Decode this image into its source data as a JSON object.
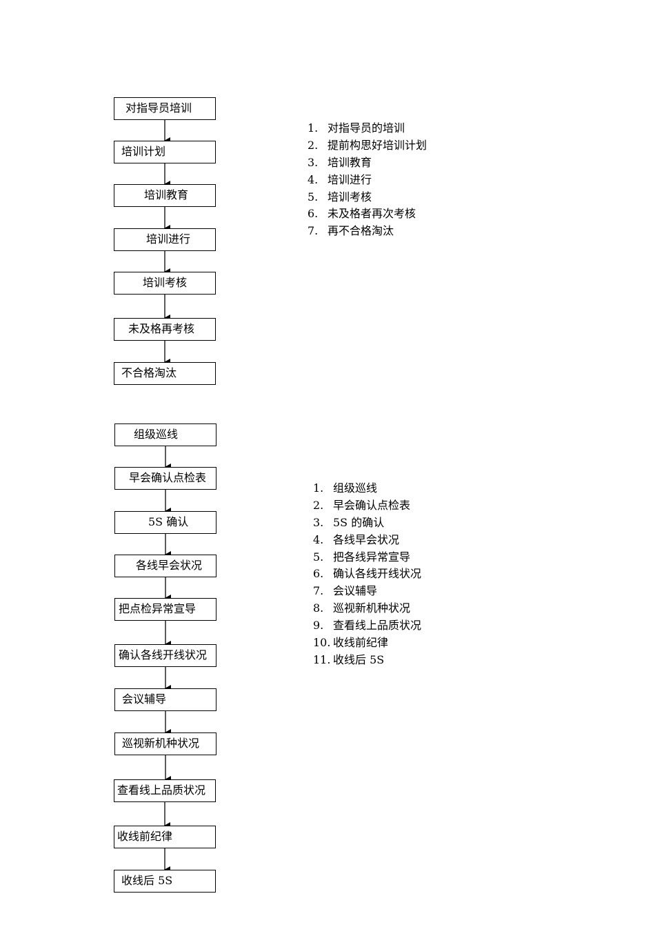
{
  "flow_training": {
    "steps": [
      "对指导员培训",
      "培训计划",
      "培训教育",
      "培训进行",
      "培训考核",
      "未及格再考核",
      "不合格淘汰"
    ]
  },
  "list_training": {
    "items": [
      {
        "num": "1.",
        "text": "对指导员的培训"
      },
      {
        "num": "2.",
        "text": "提前构思好培训计划"
      },
      {
        "num": "3.",
        "text": "培训教育"
      },
      {
        "num": "4.",
        "text": "培训进行"
      },
      {
        "num": "5.",
        "text": "培训考核"
      },
      {
        "num": "6.",
        "text": "未及格者再次考核"
      },
      {
        "num": "7.",
        "text": "再不合格淘汰"
      }
    ]
  },
  "flow_patrol": {
    "steps": [
      "组级巡线",
      "早会确认点检表",
      "5S 确认",
      "各线早会状况",
      "把点检异常宣导",
      "确认各线开线状况",
      "会议辅导",
      "巡视新机种状况",
      "查看线上品质状况",
      "收线前纪律",
      "收线后 5S"
    ]
  },
  "list_patrol": {
    "items": [
      {
        "num": "1.",
        "text": "组级巡线"
      },
      {
        "num": "2.",
        "text": "早会确认点检表"
      },
      {
        "num": "3.",
        "text": "5S 的确认"
      },
      {
        "num": "4.",
        "text": "各线早会状况"
      },
      {
        "num": "5.",
        "text": "把各线异常宣导"
      },
      {
        "num": "6.",
        "text": "确认各线开线状况"
      },
      {
        "num": "7.",
        "text": "会议辅导"
      },
      {
        "num": "8.",
        "text": "巡视新机种状况"
      },
      {
        "num": "9.",
        "text": "查看线上品质状况"
      },
      {
        "num": "10.",
        "text": "收线前纪律"
      },
      {
        "num": "11.",
        "text": "收线后 5S"
      }
    ]
  }
}
